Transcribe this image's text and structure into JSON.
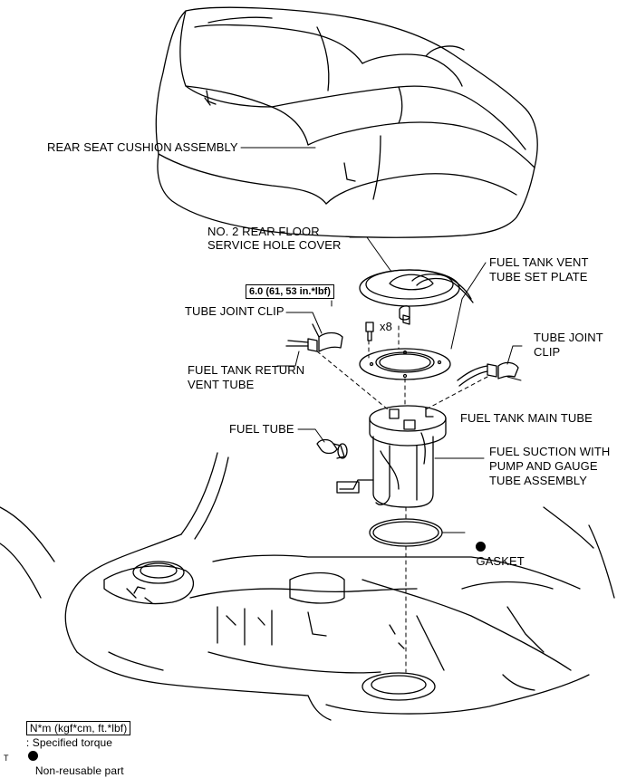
{
  "labels": {
    "rear_seat_cushion": "REAR SEAT CUSHION ASSEMBLY",
    "hole_cover_1": "NO. 2 REAR FLOOR",
    "hole_cover_2": "SERVICE HOLE COVER",
    "vent_plate_1": "FUEL TANK VENT",
    "vent_plate_2": "TUBE SET PLATE",
    "torque_value": "6.0 (61, 53 in.*lbf)",
    "bolt_count": "x8",
    "tube_joint_clip_left": "TUBE JOINT CLIP",
    "tube_joint_clip_right_1": "TUBE JOINT",
    "tube_joint_clip_right_2": "CLIP",
    "return_vent_1": "FUEL TANK RETURN",
    "return_vent_2": "VENT TUBE",
    "main_tube": "FUEL TANK MAIN TUBE",
    "fuel_tube": "FUEL TUBE",
    "suction_1": "FUEL SUCTION WITH",
    "suction_2": "PUMP AND GAUGE",
    "suction_3": "TUBE ASSEMBLY",
    "gasket": "GASKET"
  },
  "legend": {
    "torque_key": "N*m (kgf*cm, ft.*lbf)",
    "torque_text": ": Specified torque",
    "nonreusable_text": "Non-reusable part"
  },
  "corner_mark": "T",
  "icons": {
    "non_reusable": "filled-circle-icon"
  }
}
